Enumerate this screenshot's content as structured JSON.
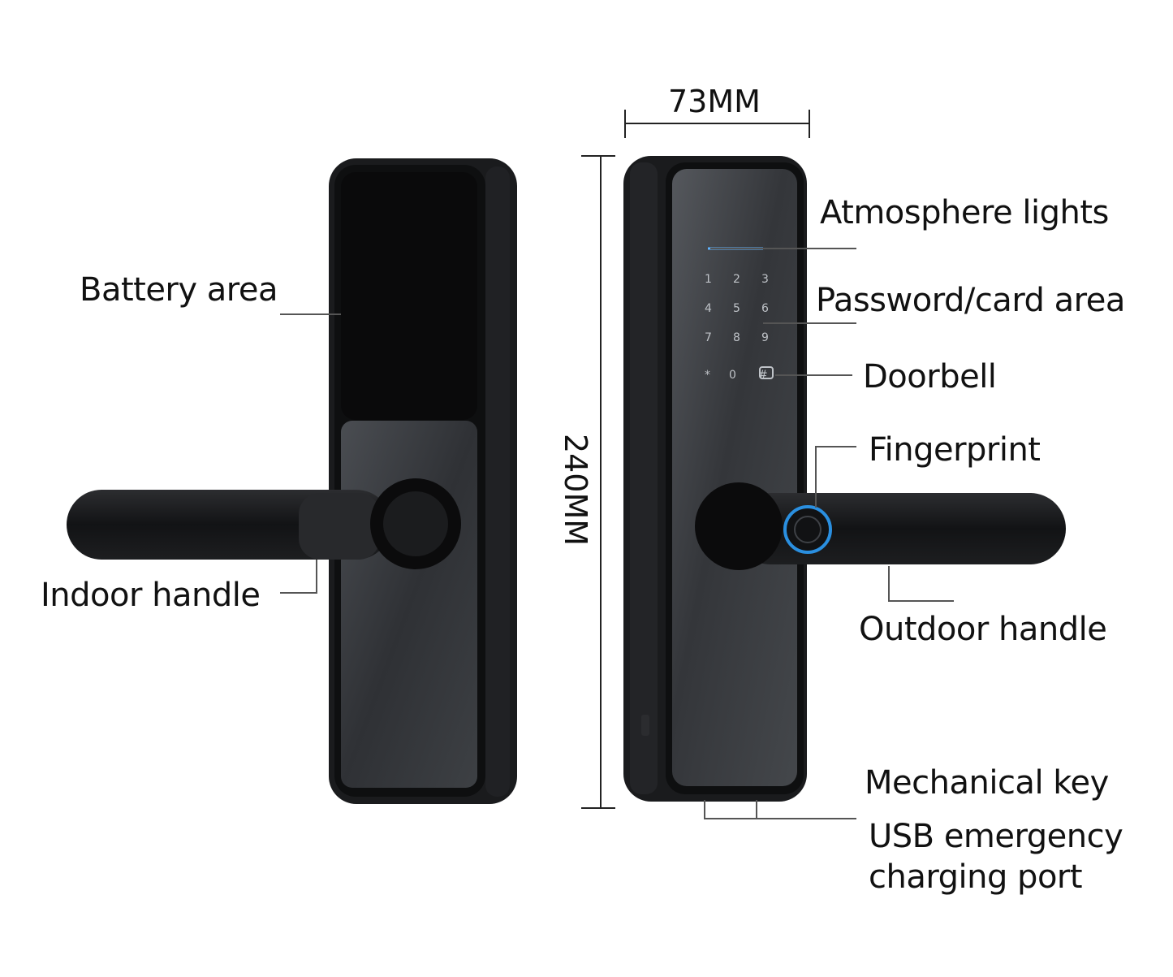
{
  "dimensions": {
    "width": "73MM",
    "height": "240MM"
  },
  "labels": {
    "battery_area": "Battery area",
    "indoor_handle": "Indoor handle",
    "atmosphere_lights": "Atmosphere lights",
    "password_card_area": "Password/card area",
    "doorbell": "Doorbell",
    "fingerprint": "Fingerprint",
    "outdoor_handle": "Outdoor handle",
    "mechanical_key": "Mechanical key",
    "usb_port_line1": "USB emergency",
    "usb_port_line2": "charging port"
  },
  "colors": {
    "lock_body": "#17181a",
    "glass_panel": "#3a3c40",
    "fingerprint_ring": "#2a8fe0",
    "atmosphere_light": "#5fb3ff"
  }
}
